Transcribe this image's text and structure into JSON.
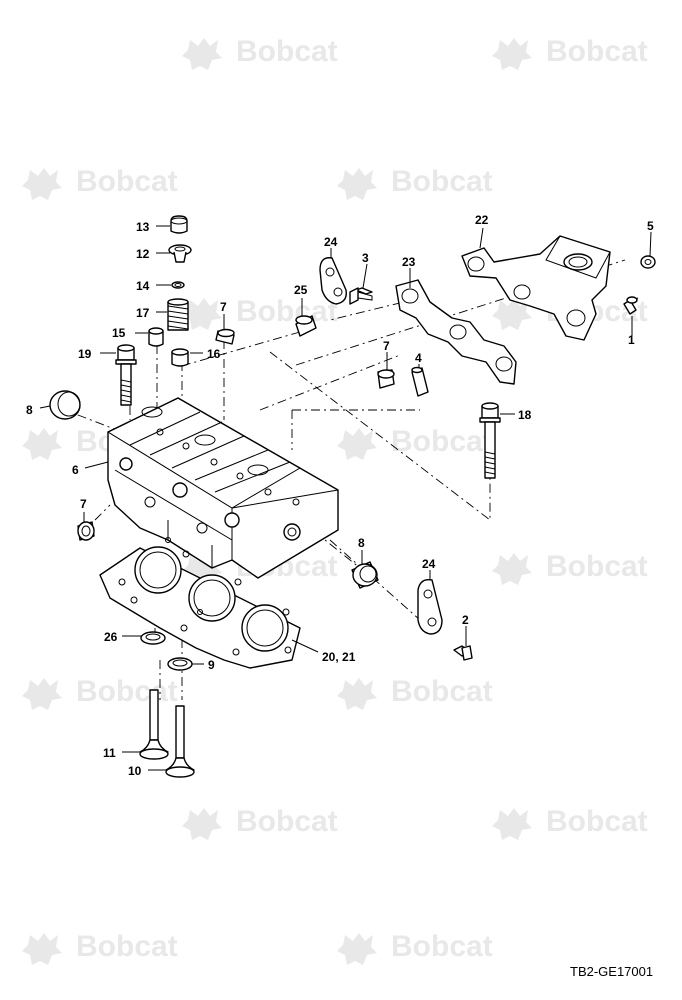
{
  "drawing_ref": "TB2-GE17001",
  "watermark": {
    "text": "Bobcat",
    "color": "#e8e8e8"
  },
  "callouts": [
    {
      "id": "c13",
      "label": "13"
    },
    {
      "id": "c12",
      "label": "12"
    },
    {
      "id": "c14",
      "label": "14"
    },
    {
      "id": "c17",
      "label": "17"
    },
    {
      "id": "c15",
      "label": "15"
    },
    {
      "id": "c7a",
      "label": "7"
    },
    {
      "id": "c19",
      "label": "19"
    },
    {
      "id": "c16",
      "label": "16"
    },
    {
      "id": "c8a",
      "label": "8"
    },
    {
      "id": "c6",
      "label": "6"
    },
    {
      "id": "c7b",
      "label": "7"
    },
    {
      "id": "c24a",
      "label": "24"
    },
    {
      "id": "c3",
      "label": "3"
    },
    {
      "id": "c25",
      "label": "25"
    },
    {
      "id": "c23",
      "label": "23"
    },
    {
      "id": "c22",
      "label": "22"
    },
    {
      "id": "c5",
      "label": "5"
    },
    {
      "id": "c1",
      "label": "1"
    },
    {
      "id": "c7c",
      "label": "7"
    },
    {
      "id": "c4",
      "label": "4"
    },
    {
      "id": "c18",
      "label": "18"
    },
    {
      "id": "c8b",
      "label": "8"
    },
    {
      "id": "c24b",
      "label": "24"
    },
    {
      "id": "c2",
      "label": "2"
    },
    {
      "id": "c26",
      "label": "26"
    },
    {
      "id": "c20",
      "label": "20, 21"
    },
    {
      "id": "c9",
      "label": "9"
    },
    {
      "id": "c11",
      "label": "11"
    },
    {
      "id": "c10",
      "label": "10"
    }
  ]
}
